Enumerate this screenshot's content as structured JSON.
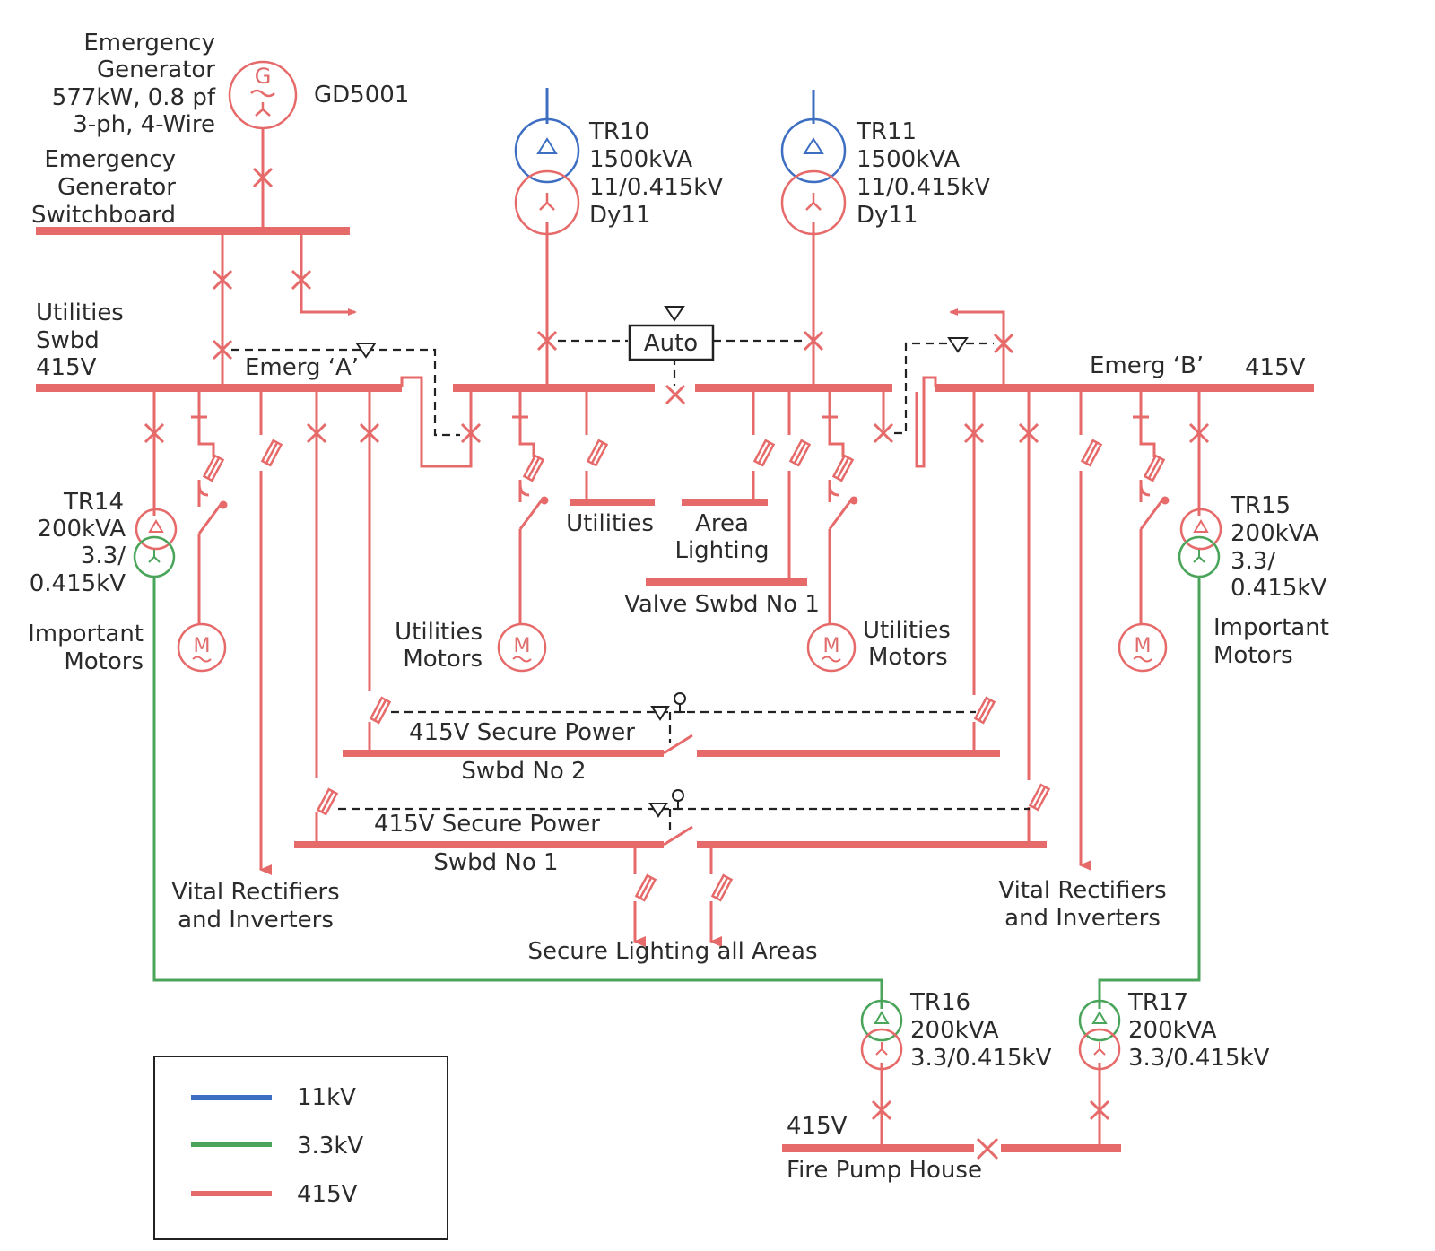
{
  "colors": {
    "v11kv": "#3d6ec2",
    "v3_3kv": "#4aa55a",
    "v415": "#e66a6a",
    "interlock": "#222222"
  },
  "generator": {
    "lines": [
      "Emergency",
      "Generator",
      "577kW, 0.8 pf",
      "3-ph, 4-Wire"
    ],
    "tag": "GD5001",
    "symbol": "G"
  },
  "gen_switchboard": {
    "lines": [
      "Emergency",
      "Generator",
      "Switchboard"
    ]
  },
  "utilities_swbd": {
    "lines": [
      "Utilities",
      "Swbd",
      "415V"
    ],
    "emerg_a": "Emerg ‘A’",
    "emerg_b": "Emerg ‘B’",
    "voltage_b": "415V",
    "auto": "Auto"
  },
  "tr10": {
    "lines": [
      "TR10",
      "1500kVA",
      "11/0.415kV",
      "Dy11"
    ]
  },
  "tr11": {
    "lines": [
      "TR11",
      "1500kVA",
      "11/0.415kV",
      "Dy11"
    ]
  },
  "tr14": {
    "lines": [
      "TR14",
      "200kVA",
      "3.3/",
      "0.415kV"
    ]
  },
  "tr15": {
    "lines": [
      "TR15",
      "200kVA",
      "3.3/",
      "0.415kV"
    ]
  },
  "tr16": {
    "lines": [
      "TR16",
      "200kVA",
      "3.3/0.415kV"
    ]
  },
  "tr17": {
    "lines": [
      "TR17",
      "200kVA",
      "3.3/0.415kV"
    ]
  },
  "loads": {
    "important_motors": [
      "Important",
      "Motors"
    ],
    "utilities_motors": [
      "Utilities",
      "Motors"
    ],
    "utilities": "Utilities",
    "area_lighting": [
      "Area",
      "Lighting"
    ],
    "valve_swbd": "Valve Swbd No 1",
    "vital_rectifiers": [
      "Vital Rectifiers",
      "and Inverters"
    ],
    "motor_symbol": "M"
  },
  "secure_power_2": {
    "title": "415V Secure Power",
    "sub": "Swbd No 2"
  },
  "secure_power_1": {
    "title": "415V Secure Power",
    "sub": "Swbd No 1"
  },
  "secure_lighting": "Secure Lighting all Areas",
  "fire_pump": {
    "voltage": "415V",
    "name": "Fire Pump House"
  },
  "legend": [
    {
      "color_key": "v11kv",
      "label": "11kV"
    },
    {
      "color_key": "v3_3kv",
      "label": "3.3kV"
    },
    {
      "color_key": "v415",
      "label": "415V"
    }
  ]
}
